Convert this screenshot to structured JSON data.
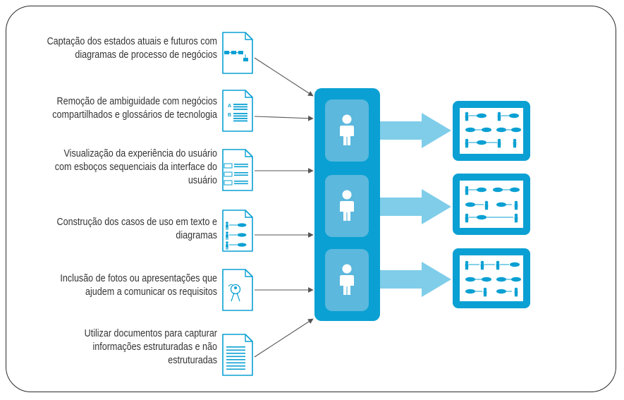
{
  "diagram": {
    "items": [
      {
        "lines": [
          "Captação dos estados atuais e futuros com",
          "diagramas de processo de negócios"
        ],
        "icon": "process-diagram-doc-icon"
      },
      {
        "lines": [
          "Remoção de ambiguidade com negócios",
          "compartilhados e glossários de tecnologia"
        ],
        "icon": "glossary-doc-icon"
      },
      {
        "lines": [
          "Visualização da experiência do usuário",
          "com esboços sequenciais da interface do",
          "usuário"
        ],
        "icon": "storyboard-doc-icon"
      },
      {
        "lines": [
          "Construção dos casos de uso em texto e",
          "diagramas"
        ],
        "icon": "use-case-doc-icon"
      },
      {
        "lines": [
          "Inclusão de fotos ou apresentações que",
          "ajudem a comunicar os requisitos"
        ],
        "icon": "image-doc-icon"
      },
      {
        "lines": [
          "Utilizar documentos para capturar",
          "informações estruturadas e não",
          "estruturadas"
        ],
        "icon": "text-doc-icon"
      }
    ],
    "colors": {
      "primary": "#0aa0d3",
      "light": "#7fcde9",
      "person_bg": "#5cb8dd",
      "text": "#333333",
      "arrow_line": "#555555"
    },
    "hub_icon": "team-person-icon",
    "output_icon": "use-case-screen-icon"
  }
}
